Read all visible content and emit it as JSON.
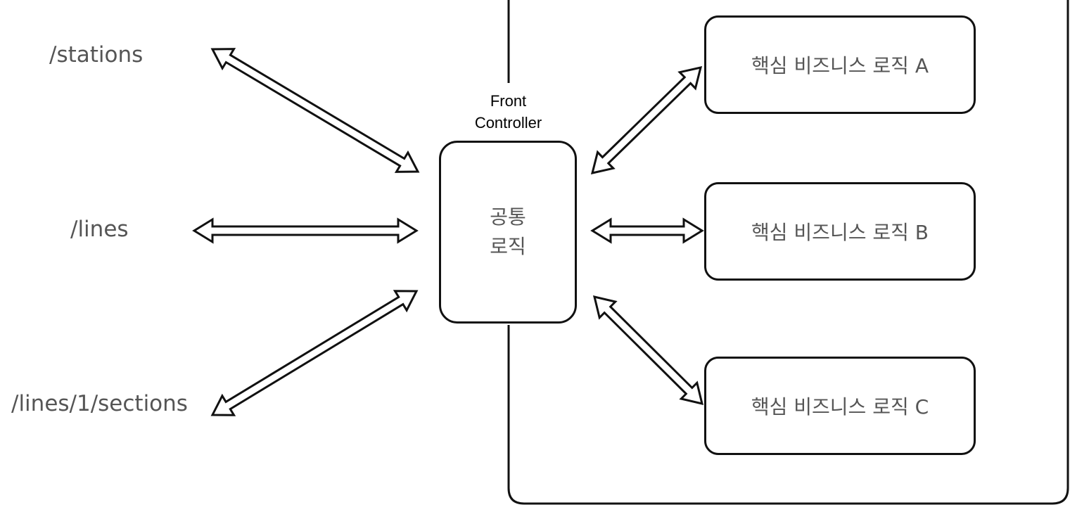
{
  "routes": [
    {
      "label": "/stations"
    },
    {
      "label": "/lines"
    },
    {
      "label": "/lines/1/sections"
    }
  ],
  "front_controller": {
    "title_line1": "Front",
    "title_line2": "Controller",
    "logic_line1": "공통",
    "logic_line2": "로직"
  },
  "business_logic": [
    {
      "label": "핵심 비즈니스 로직 A"
    },
    {
      "label": "핵심 비즈니스 로직 B"
    },
    {
      "label": "핵심 비즈니스 로직 C"
    }
  ],
  "colors": {
    "stroke": "#111111",
    "text": "#555555",
    "arrow_fill": "#ffffff"
  },
  "icons": [
    "double-arrow-icon"
  ]
}
